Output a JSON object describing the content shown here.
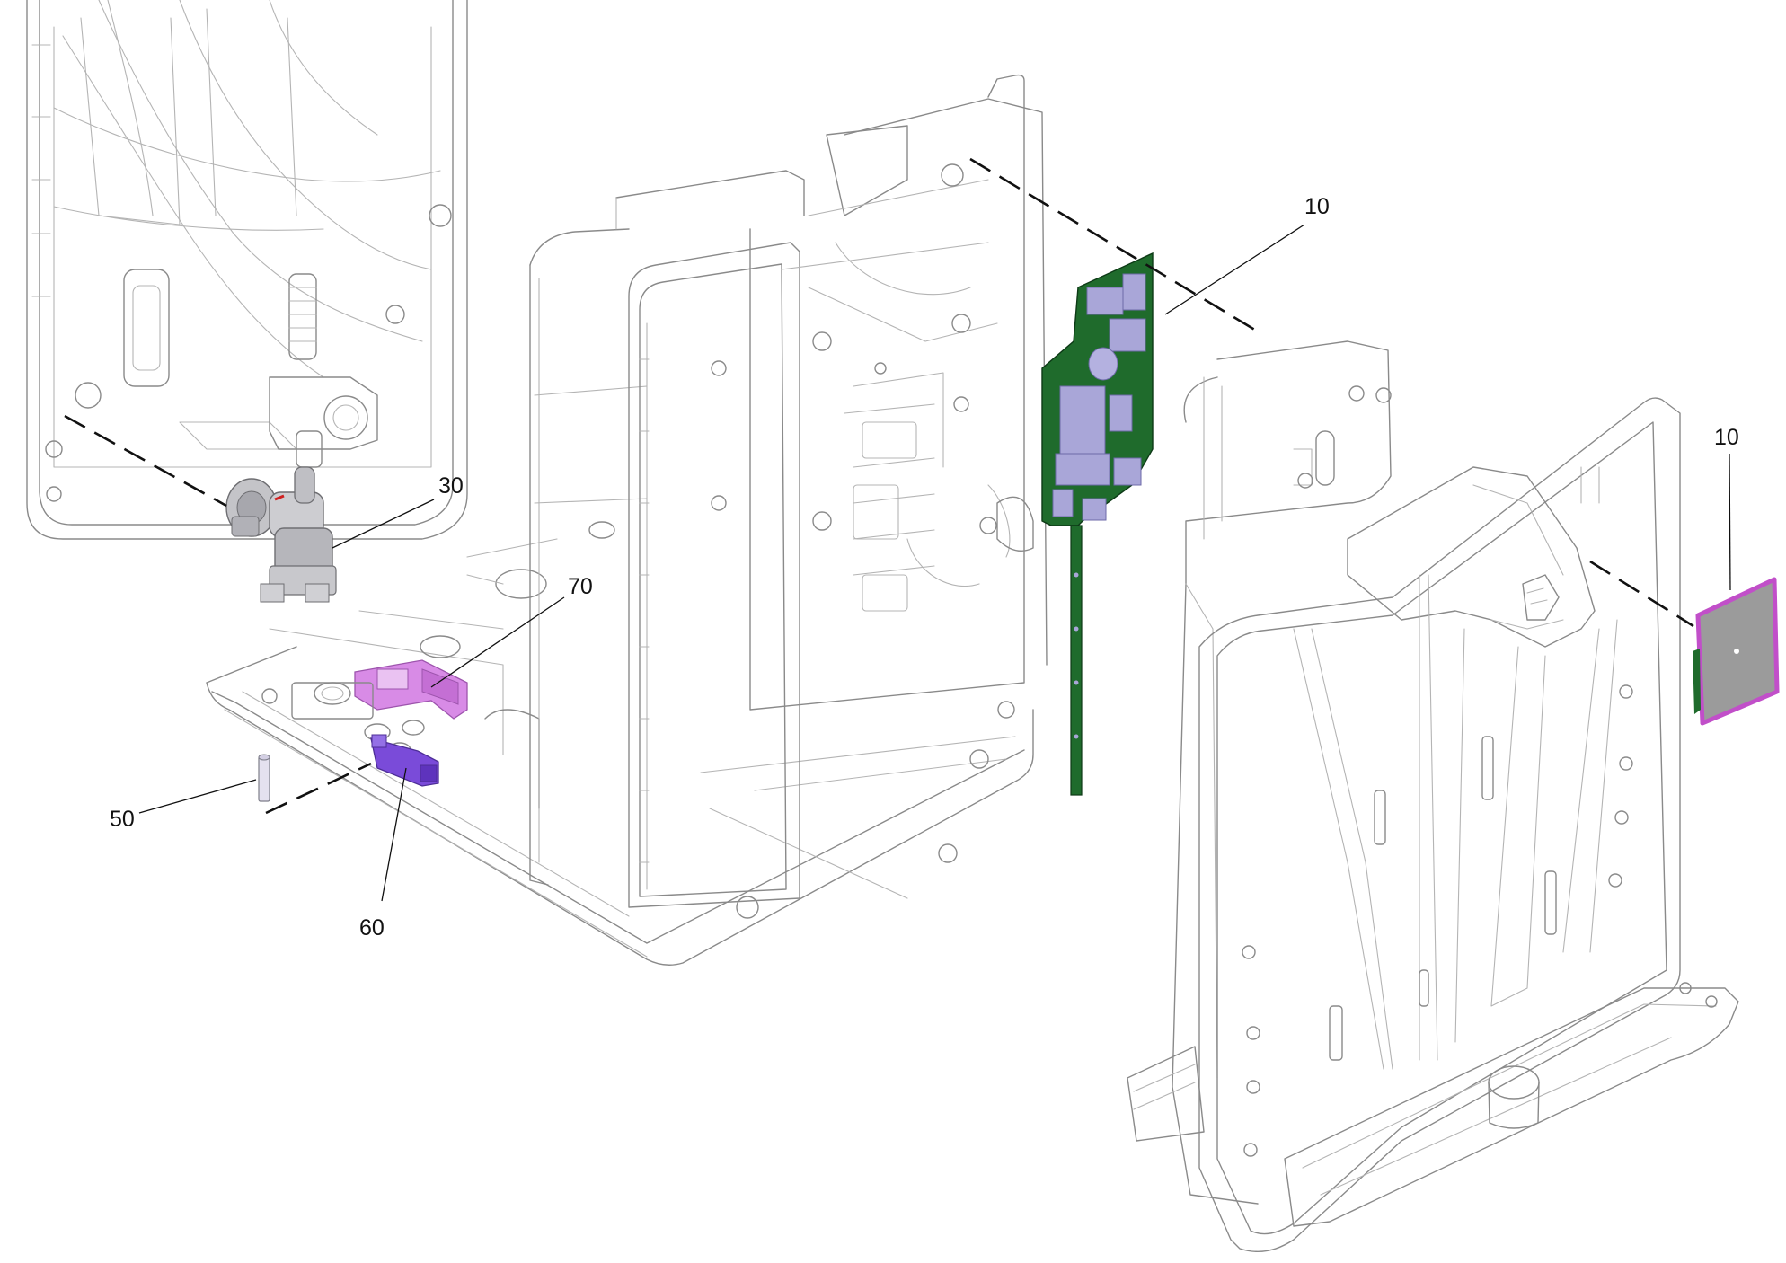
{
  "callouts": [
    {
      "id": "callout-10-board",
      "label": "10"
    },
    {
      "id": "callout-10-panel",
      "label": "10"
    },
    {
      "id": "callout-30",
      "label": "30"
    },
    {
      "id": "callout-70",
      "label": "70"
    },
    {
      "id": "callout-50",
      "label": "50"
    },
    {
      "id": "callout-60",
      "label": "60"
    }
  ],
  "colors": {
    "outline": "#8a8a8a",
    "pcb_green": "#1f6b2c",
    "component_lavender": "#a9a6d8",
    "panel_magenta": "#c14fc9",
    "bracket_pink": "#d88be6",
    "clip_purple": "#7a4bd9",
    "valve_grey": "#b9b9bd"
  }
}
